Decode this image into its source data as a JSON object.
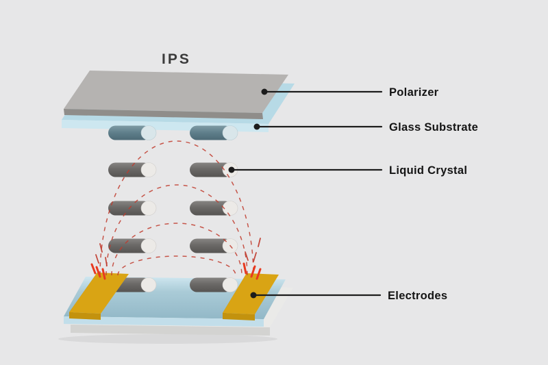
{
  "title": "IPS",
  "labels": {
    "polarizer": "Polarizer",
    "glass_substrate": "Glass Substrate",
    "liquid_crystal": "Liquid Crystal",
    "electrodes": "Electrodes"
  },
  "colors": {
    "background": "#e7e7e8",
    "polarizer_top": "#b5b3b1",
    "polarizer_front": "#8f8d8a",
    "glass_top": "#b7dae6",
    "glass_front": "#cde7f0",
    "substrate_front": "#c2deea",
    "base_top": "#eaeae8",
    "base_front": "#d3d3d1",
    "molecule_body": "#6b6967",
    "molecule_cap": "#eceae7",
    "molecule_tinted": "#5e7e8a",
    "electrode_top": "#d9a414",
    "electrode_side": "#a07608",
    "electrode_front": "#c3920e",
    "field_line": "#c0392b",
    "spark": "#e8391f",
    "leader": "#1c1c1c",
    "label_text": "#141414",
    "title_text": "#3b3b3b"
  },
  "structure": {
    "molecule_rows": 5,
    "molecules_per_row": 2,
    "electrode_count": 2
  }
}
